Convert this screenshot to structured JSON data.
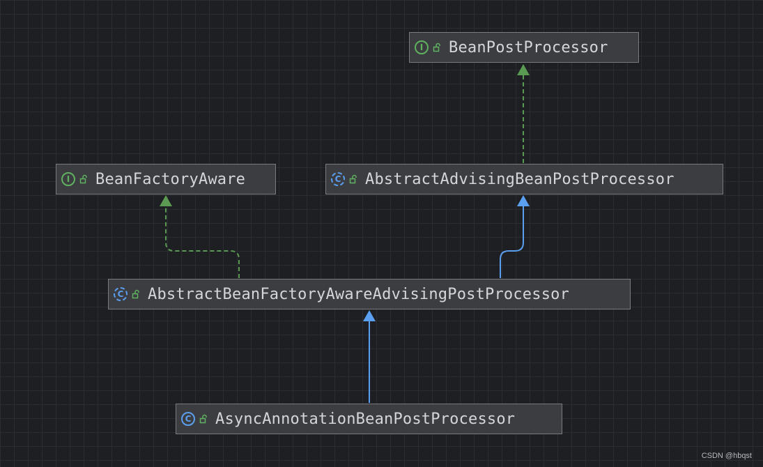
{
  "nodes": {
    "bean_post_processor": {
      "name": "BeanPostProcessor",
      "kind": "interface",
      "kind_glyph": "I",
      "icon": "interface-icon"
    },
    "bean_factory_aware": {
      "name": "BeanFactoryAware",
      "kind": "interface",
      "kind_glyph": "I",
      "icon": "interface-icon"
    },
    "abstract_advising": {
      "name": "AbstractAdvisingBeanPostProcessor",
      "kind": "class",
      "kind_glyph": "C",
      "icon": "class-icon"
    },
    "abstract_bf_aware_advising": {
      "name": "AbstractBeanFactoryAwareAdvisingPostProcessor",
      "kind": "class",
      "kind_glyph": "C",
      "icon": "class-icon"
    },
    "async_annotation": {
      "name": "AsyncAnnotationBeanPostProcessor",
      "kind": "class",
      "kind_glyph": "C",
      "icon": "class-icon"
    }
  },
  "edges": [
    {
      "from": "abstract_advising",
      "to": "bean_post_processor",
      "type": "implements"
    },
    {
      "from": "abstract_bf_aware_advising",
      "to": "bean_factory_aware",
      "type": "implements"
    },
    {
      "from": "abstract_bf_aware_advising",
      "to": "abstract_advising",
      "type": "extends"
    },
    {
      "from": "async_annotation",
      "to": "abstract_bf_aware_advising",
      "type": "extends"
    }
  ],
  "colors": {
    "background": "#1e1f22",
    "node_fill": "#3c3d40",
    "node_border": "#7a7b80",
    "node_text": "#d4d6da",
    "implements_edge": "#5b9a52",
    "extends_edge": "#5b9ff0"
  },
  "watermark": "CSDN @hbqst"
}
